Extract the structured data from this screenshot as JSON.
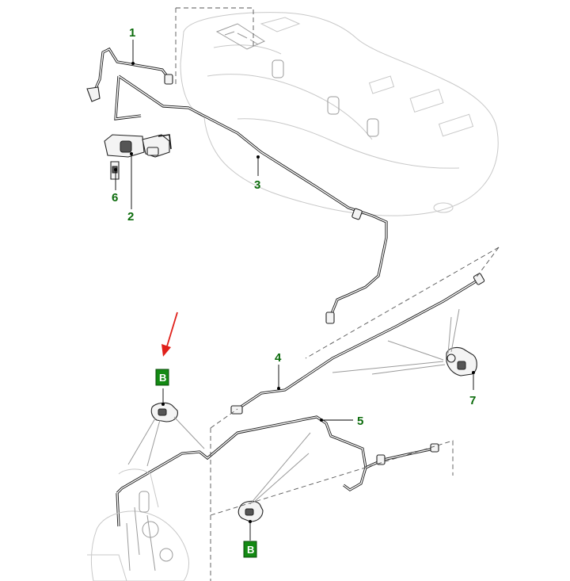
{
  "callouts": {
    "c1": "1",
    "c2": "2",
    "c3": "3",
    "c4": "4",
    "c5": "5",
    "c6": "6",
    "c7": "7"
  },
  "badges": {
    "b_top": "B",
    "b_bottom": "B"
  },
  "colors": {
    "callout_text": "#0b6b0b",
    "badge_fill": "#138a13",
    "arrow": "#e0201a"
  }
}
